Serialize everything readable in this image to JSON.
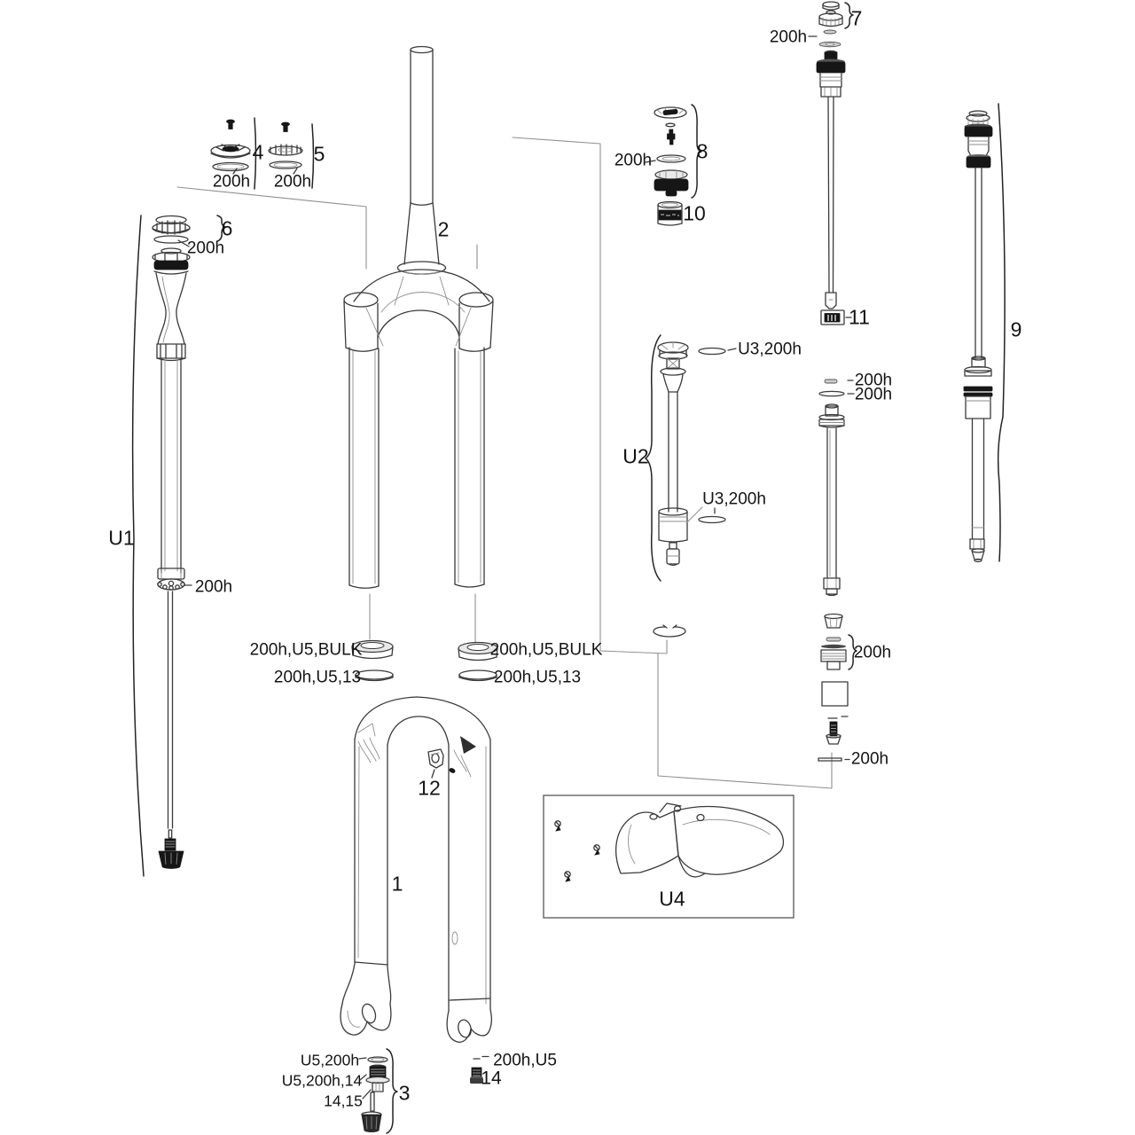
{
  "diagram": {
    "kind": "suspension-fork-exploded-service-diagram",
    "parts": {
      "upper_caps": {
        "num4": "4",
        "seal4": "200h",
        "num5": "5",
        "seal5": "200h"
      },
      "left_damper": {
        "assembly": "U1",
        "cap_num": "6",
        "cap_seal": "200h",
        "mid_seal": "200h"
      },
      "csu": {
        "num": "2"
      },
      "stanchion_seals": {
        "dust_left": "200h,U5,BULK",
        "dust_right": "200h,U5,BULK",
        "foam_left": "200h,U5,13",
        "foam_right": "200h,U5,13"
      },
      "lowers": {
        "num": "1",
        "guide_num": "12"
      },
      "right_cap": {
        "num": "7",
        "seal": "200h"
      },
      "air_valve": {
        "num": "8",
        "seal": "200h"
      },
      "grease": {
        "num": "10"
      },
      "shaft_clamp": {
        "num": "11"
      },
      "air_spring": {
        "assembly": "U2",
        "top_seal": "U3,200h",
        "piston_seal": "U3,200h"
      },
      "air_shaft": {
        "seal_upper": "200h",
        "seal_lower": "200h",
        "seal_stack": "200h",
        "shim_rod": "200h"
      },
      "right_damper": {
        "num": "9"
      },
      "fender": {
        "assembly": "U4"
      },
      "crown_bolt": {
        "num": "3",
        "line1": "U5,200h",
        "line2": "U5,200h,14",
        "line3": "14,15"
      },
      "pinch_screw": {
        "num": "14",
        "label": "200h,U5"
      }
    }
  }
}
